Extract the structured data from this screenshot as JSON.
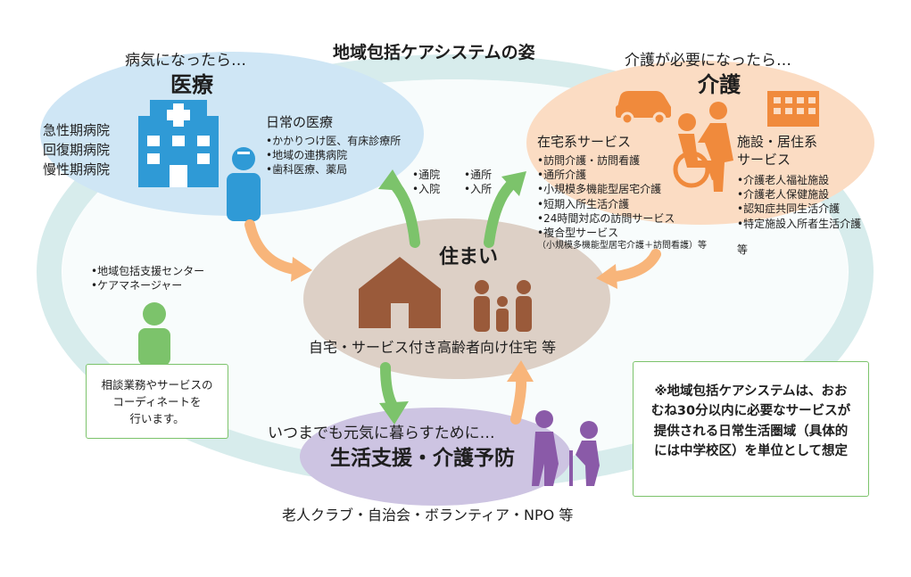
{
  "title": "地域包括ケアシステムの姿",
  "medical": {
    "lead": "病気になったら…",
    "heading": "医療",
    "hospitals": [
      "急性期病院",
      "回復期病院",
      "慢性期病院"
    ],
    "daily_heading": "日常の医療",
    "daily_items": [
      "•かかりつけ医、有床診療所",
      "•地域の連携病院",
      "•歯科医療、薬局"
    ],
    "transfer": [
      "•通院",
      "•入院"
    ]
  },
  "care": {
    "lead": "介護が必要になったら…",
    "heading": "介護",
    "home_heading": "在宅系サービス",
    "home_items": [
      "•訪問介護・訪問看護",
      "•通所介護",
      "•小規模多機能型居宅介護",
      "•短期入所生活介護",
      "•24時間対応の訪問サービス",
      "•複合型サービス"
    ],
    "home_note": "（小規模多機能型居宅介護＋訪問看護）等",
    "facility_heading": [
      "施設・居住系",
      "サービス"
    ],
    "facility_items": [
      "•介護老人福祉施設",
      "•介護老人保健施設",
      "•認知症共同生活介護",
      "•特定施設入所者生活介護"
    ],
    "facility_etc": "等",
    "transfer": [
      "•通所",
      "•入所"
    ]
  },
  "housing": {
    "heading": "住まい",
    "caption": "自宅・サービス付き高齢者向け住宅 等"
  },
  "consult": {
    "items": [
      "•地域包括支援センター",
      "•ケアマネージャー"
    ],
    "box_lines": [
      "相談業務やサービスの",
      "コーディネートを",
      "行います。"
    ]
  },
  "prevention": {
    "lead": "いつまでも元気に暮らすために…",
    "heading": "生活支援・介護予防",
    "caption": "老人クラブ・自治会・ボランティア・NPO 等"
  },
  "note": {
    "text": "※地域包括ケアシステムは、おおむね30分以内に必要なサービスが提供される日常生活圏域（具体的には中学校区）を単位として想定"
  },
  "colors": {
    "medical_blue": "#2f9ad6",
    "medical_bg": "#cfe6f5",
    "care_orange": "#f08a3c",
    "care_bg": "#fbdcc3",
    "housing_brown": "#9a5a3a",
    "housing_bg": "#ddd0c6",
    "green": "#7cc36b",
    "purple": "#8a5aa8",
    "prevention_bg": "#cdc4e2",
    "ring_teal": "#d7ecec"
  }
}
